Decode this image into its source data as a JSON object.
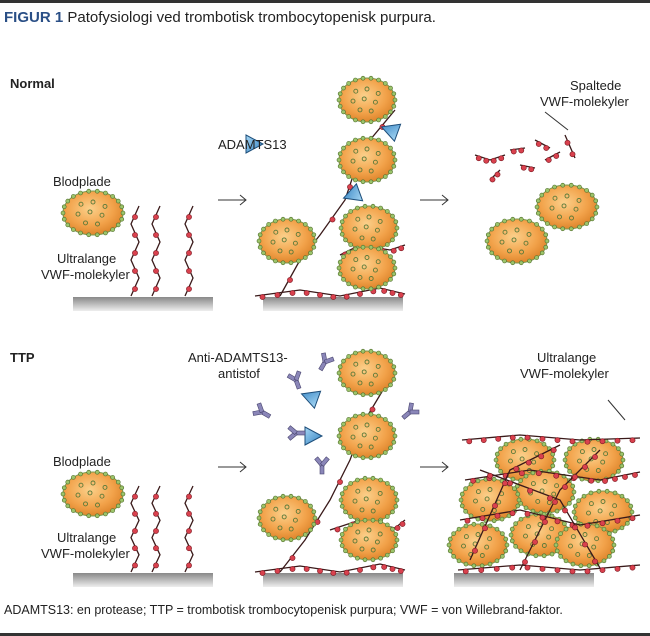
{
  "title": {
    "figure_label": "FIGUR 1",
    "text": "Patofysiologi ved trombotisk trombocytopenisk purpura."
  },
  "normal": {
    "heading": "Normal",
    "platelet_label": "Blodplade",
    "vwf_label_1": "Ultralange",
    "vwf_label_2": "VWF-molekyler",
    "enzyme_label": "ADAMTS13",
    "cleaved_label_1": "Spaltede",
    "cleaved_label_2": "VWF-molekyler"
  },
  "ttp": {
    "heading": "TTP",
    "platelet_label": "Blodplade",
    "vwf_label_1": "Ultralange",
    "vwf_label_2": "VWF-molekyler",
    "antibody_label_1": "Anti-ADAMTS13-",
    "antibody_label_2": "antistof",
    "result_label_1": "Ultralange",
    "result_label_2": "VWF-molekyler"
  },
  "footer": "ADAMTS13: en protease; TTP = trombotisk trombocytopenisk purpura; VWF = von Willebrand-faktor.",
  "colors": {
    "accent": "#2a4f86",
    "platelet": "#f2a24a",
    "vwf_dot": "#d9414e",
    "enzyme": "#4a9fd8",
    "antibody": "#8a86b8"
  }
}
